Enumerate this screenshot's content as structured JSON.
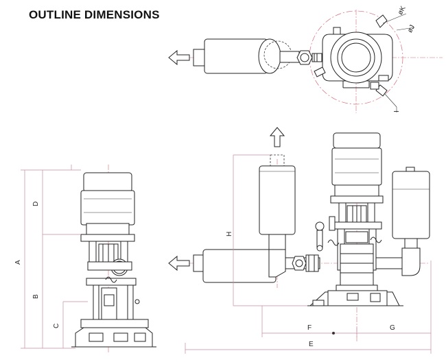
{
  "title": "OUTLINE DIMENSIONS",
  "dimension_labels": {
    "A": "A",
    "B": "B",
    "C": "C",
    "D": "D",
    "E": "E",
    "F": "F",
    "G": "G",
    "H": "H",
    "I": "I",
    "J": "øJ",
    "K": "øK"
  },
  "colors": {
    "line": "#222222",
    "centerline": "#d86a78",
    "dimension": "#c88aa0",
    "background": "#ffffff"
  }
}
